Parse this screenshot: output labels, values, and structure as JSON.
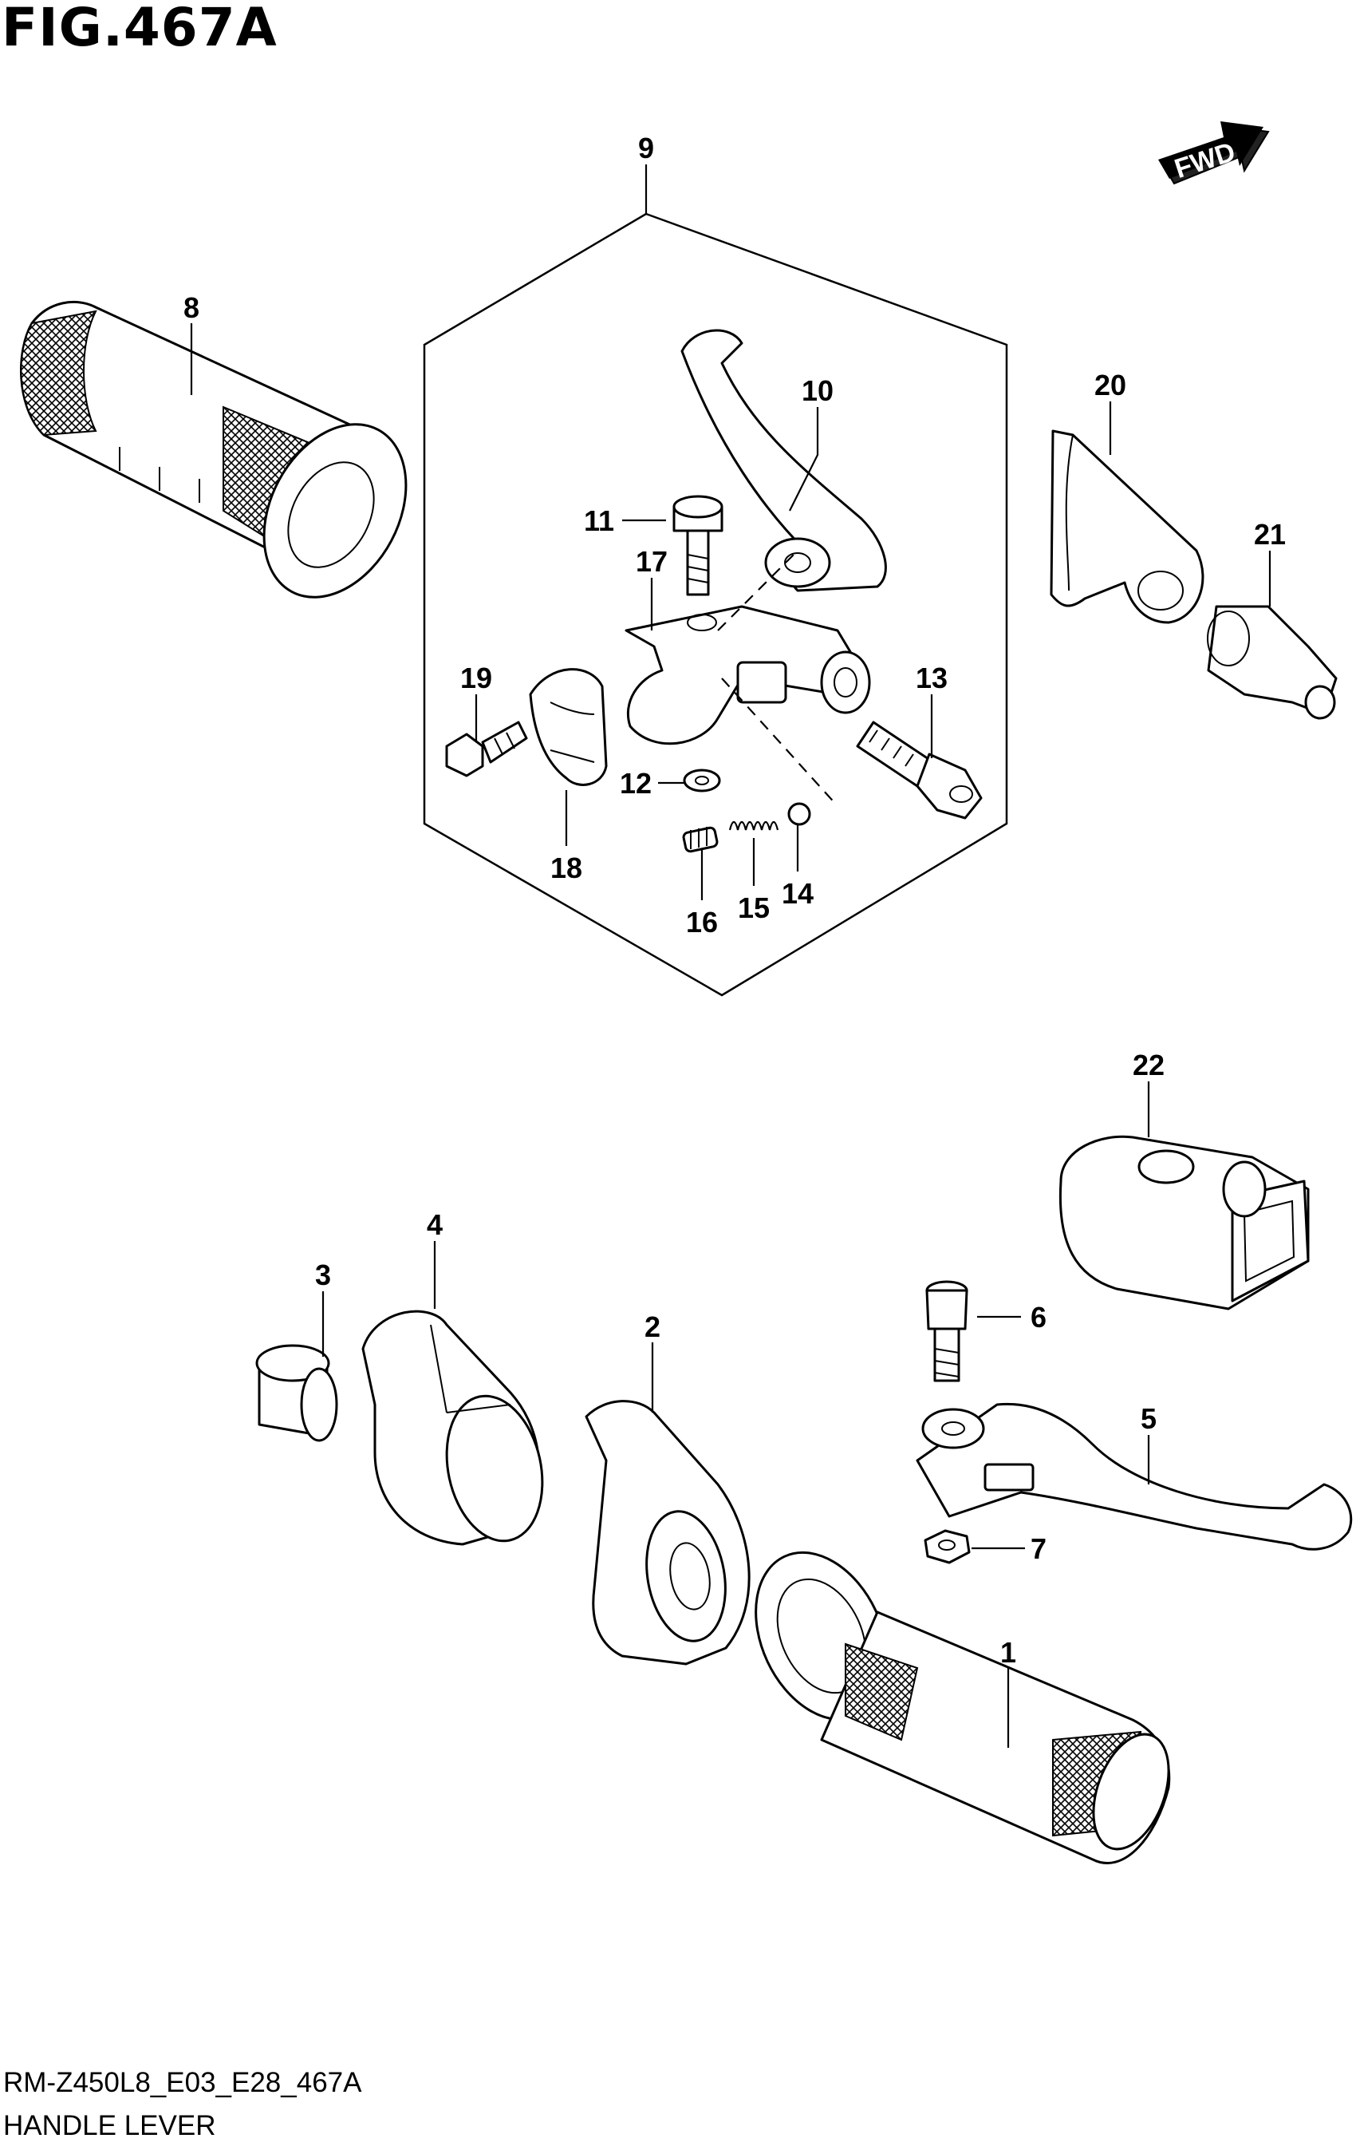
{
  "figure": {
    "title": "FIG.467A",
    "model_code": "RM-Z450L8_E03_E28_467A",
    "name": "HANDLE LEVER"
  },
  "direction_marker": {
    "label": "FWD",
    "icon": "fwd-arrow-icon"
  },
  "callouts": {
    "c1": "1",
    "c2": "2",
    "c3": "3",
    "c4": "4",
    "c5": "5",
    "c6": "6",
    "c7": "7",
    "c8": "8",
    "c9": "9",
    "c10": "10",
    "c11": "11",
    "c12": "12",
    "c13": "13",
    "c14": "14",
    "c15": "15",
    "c16": "16",
    "c17": "17",
    "c18": "18",
    "c19": "19",
    "c20": "20",
    "c21": "21",
    "c22": "22"
  }
}
